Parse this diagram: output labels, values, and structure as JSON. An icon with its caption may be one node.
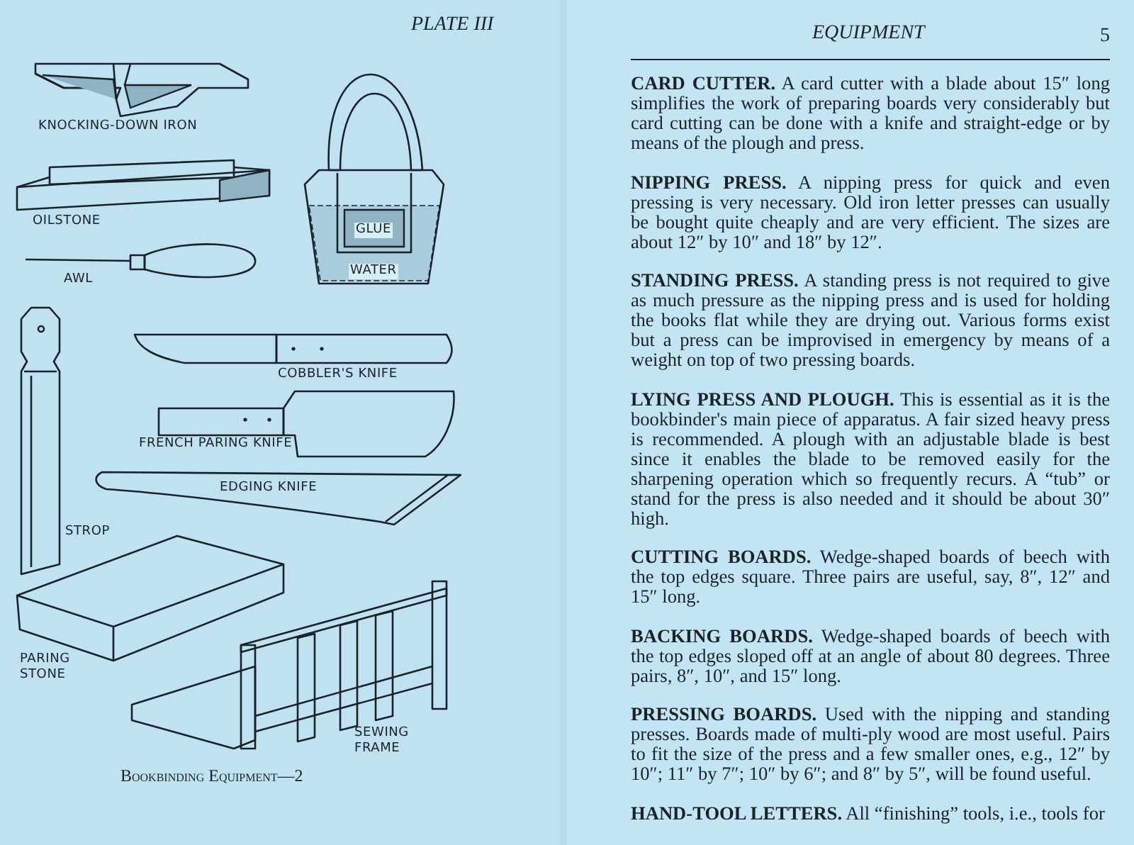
{
  "diagram": {
    "caption": "Bookbinding Equipment—2",
    "labels": [
      "PLATE III",
      "KNOCKING-DOWN IRON",
      "OILSTONE",
      "GLUE",
      "WATER",
      "AWL",
      "COBBLER'S KNIFE",
      "FRENCH PARING KNIFE",
      "EDGING KNIFE",
      "STROP",
      "PARING STONE",
      "SEWING FRAME",
      "EQUIPMENT",
      "5",
      "**CARD CUTTER.** A card cutter with a blade about 15″ long simplifies the work of preparing boards very considerably but card cutting can be done with a knife and straight-edge or by means of the plough and press.",
      "**NIPPING PRESS.** A nipping press for quick and even pressing is very necessary. Old iron letter presses can usually be bought quite cheaply and are very efficient. The sizes are about 12″ by 10″ and 18″ by 12″.",
      "**STANDING PRESS.** A standing press is not required to give as much pressure as the nipping press and is used for holding the books flat while they are drying out. Various forms exist but a press can be improvised in emergency by means of a weight on top of two pressing boards.",
      "**LYING PRESS AND PLOUGH.** This is essential as it is the bookbinder's main piece of apparatus. A fair sized heavy press is recommended. A plough with an adjustable blade is best since it enables the blade to be removed easily for the sharpening operation which so frequently recurs. A “tub” or stand for the press is also needed and it should be about 30″ high.",
      "**CUTTING BOARDS.** Wedge-shaped boards of beech with the top edges square. Three pairs are useful, say, 8″, 12″ and 15″ long.",
      "**BACKING BOARDS.** Wedge-shaped boards of beech with the top edges sloped off at an angle of about 80 degrees. Three pairs, 8″, 10″, and 15″ long.",
      "**PRESSING BOARDS.** Used with the nipping and standing presses. Boards made of multi-ply wood are most useful. Pairs to fit the size of the press and a few smaller ones, e.g., 12″ by 10″; 11″ by 7″; 10″ by 6″; and 8″ by 5″, will be found useful.",
      "**HAND-TOOL LETTERS.** All “finishing” tools, i.e., tools for"
    ]
  }
}
